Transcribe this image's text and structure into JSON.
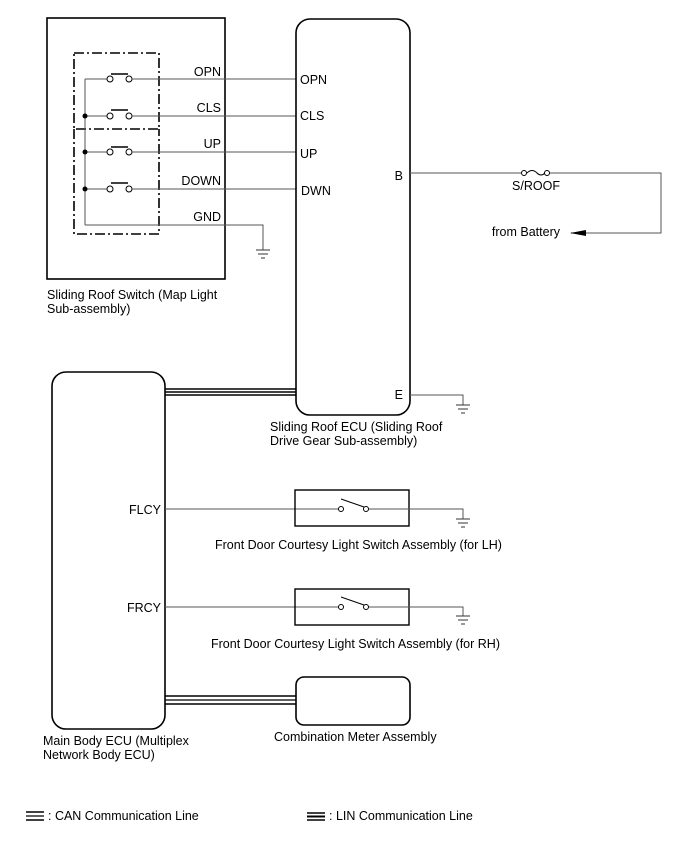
{
  "components": {
    "sliding_roof_switch": {
      "label_line1": "Sliding Roof Switch (Map Light",
      "label_line2": "Sub-assembly)",
      "pins": [
        "OPN",
        "CLS",
        "UP",
        "DOWN",
        "GND"
      ]
    },
    "sliding_roof_ecu": {
      "label_line1": "Sliding Roof ECU (Sliding Roof",
      "label_line2": "Drive Gear Sub-assembly)",
      "pins_left": [
        "OPN",
        "CLS",
        "UP",
        "DWN"
      ],
      "pin_b": "B",
      "pin_e": "E"
    },
    "fuse": {
      "label": "S/ROOF",
      "source": "from Battery"
    },
    "main_body_ecu": {
      "label_line1": "Main Body ECU (Multiplex",
      "label_line2": "Network Body ECU)",
      "pins": [
        "FLCY",
        "FRCY"
      ]
    },
    "door_switch_lh": {
      "label": "Front Door Courtesy Light Switch Assembly (for LH)"
    },
    "door_switch_rh": {
      "label": "Front Door Courtesy Light Switch Assembly (for RH)"
    },
    "combination_meter": {
      "label": "Combination Meter Assembly"
    }
  },
  "legend": {
    "can": ": CAN Communication Line",
    "lin": ": LIN Communication Line"
  }
}
